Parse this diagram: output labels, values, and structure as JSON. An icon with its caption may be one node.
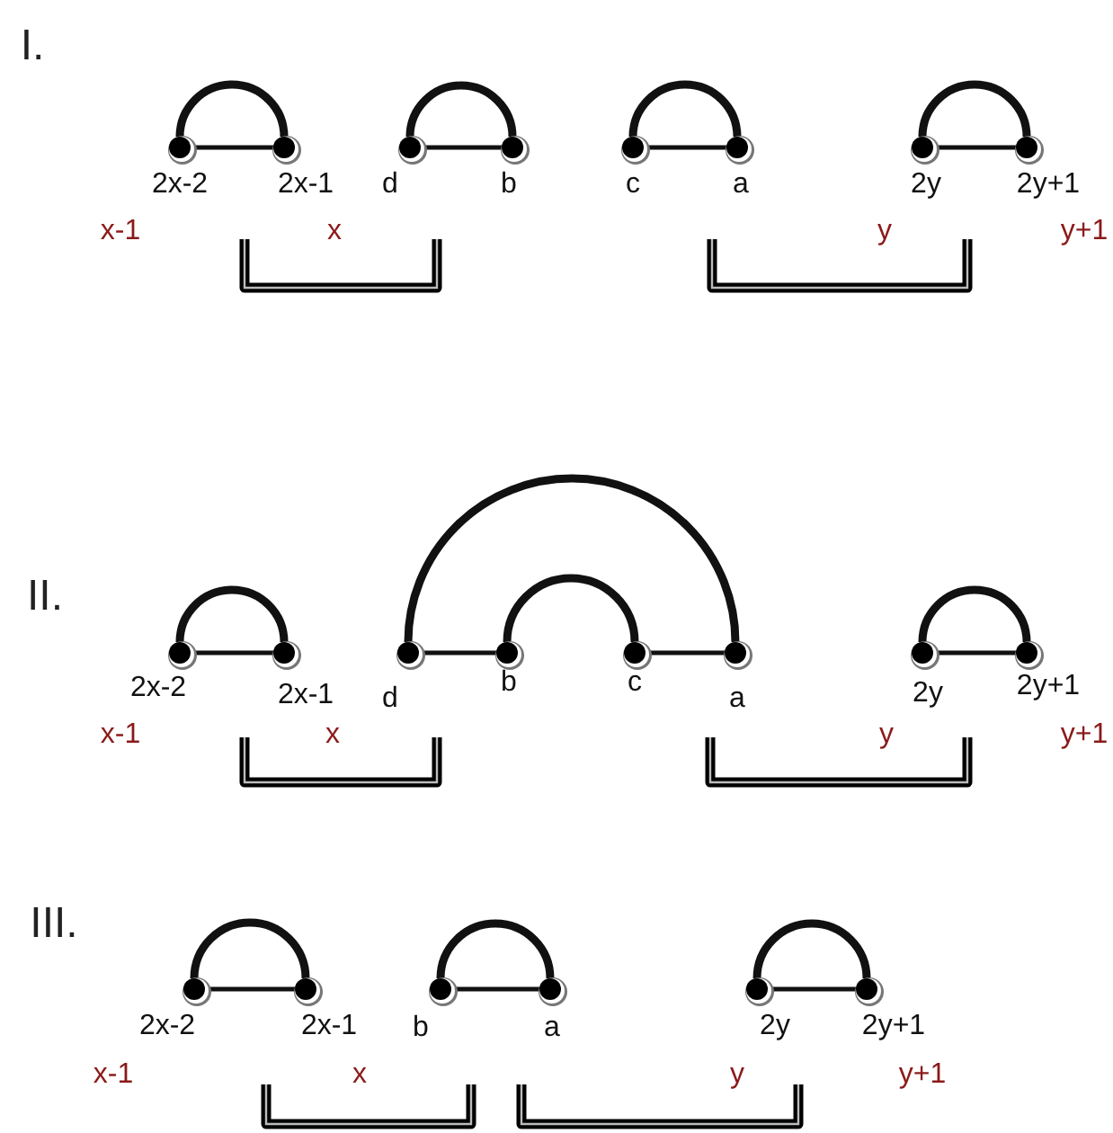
{
  "diagram": {
    "nodes": [
      {
        "text": [],
        "shape": "circle",
        "beside": [
          "2x-2"
        ]
      },
      {
        "text": [],
        "shape": "circle",
        "beside": [
          "2x-1"
        ]
      },
      {
        "text": [],
        "shape": "circle",
        "beside": [
          "d"
        ]
      },
      {
        "text": [],
        "shape": "circle",
        "beside": [
          "b"
        ]
      },
      {
        "text": [],
        "shape": "circle",
        "beside": [
          "c"
        ]
      },
      {
        "text": [],
        "shape": "circle",
        "beside": [
          "a"
        ]
      },
      {
        "text": [],
        "shape": "circle",
        "beside": [
          "2y"
        ]
      },
      {
        "text": [],
        "shape": "circle",
        "beside": [
          "2y+1"
        ]
      },
      {
        "text": [],
        "shape": "circle",
        "beside": [
          "2x-2"
        ]
      },
      {
        "text": [],
        "shape": "circle",
        "beside": [
          "2x-1"
        ]
      },
      {
        "text": [],
        "shape": "circle",
        "beside": [
          "d"
        ]
      },
      {
        "text": [],
        "shape": "circle",
        "beside": [
          "b"
        ]
      },
      {
        "text": [],
        "shape": "circle",
        "beside": [
          "c"
        ]
      },
      {
        "text": [],
        "shape": "circle",
        "beside": [
          "a"
        ]
      },
      {
        "text": [],
        "shape": "circle",
        "beside": [
          "2y"
        ]
      },
      {
        "text": [],
        "shape": "circle",
        "beside": [
          "2y+1"
        ]
      },
      {
        "text": [],
        "shape": "circle",
        "beside": [
          "2x-2"
        ]
      },
      {
        "text": [],
        "shape": "circle",
        "beside": [
          "2x-1"
        ]
      },
      {
        "text": [],
        "shape": "circle",
        "beside": [
          "b"
        ]
      },
      {
        "text": [],
        "shape": "circle",
        "beside": [
          "a"
        ]
      },
      {
        "text": [],
        "shape": "circle",
        "beside": [
          "2y"
        ]
      },
      {
        "text": [],
        "shape": "circle",
        "beside": [
          "2y+1"
        ]
      }
    ],
    "edges": [
      {
        "from": 0,
        "to": 1,
        "arrow": "none",
        "style": "thick"
      },
      {
        "from": 0,
        "to": 1,
        "arrow": "none"
      },
      {
        "from": 2,
        "to": 3,
        "arrow": "none",
        "style": "thick"
      },
      {
        "from": 2,
        "to": 3,
        "arrow": "none"
      },
      {
        "from": 4,
        "to": 5,
        "arrow": "none",
        "style": "thick"
      },
      {
        "from": 4,
        "to": 5,
        "arrow": "none"
      },
      {
        "from": 6,
        "to": 7,
        "arrow": "none",
        "style": "thick"
      },
      {
        "from": 6,
        "to": 7,
        "arrow": "none"
      },
      {
        "from": 8,
        "to": 9,
        "arrow": "none",
        "style": "thick"
      },
      {
        "from": 8,
        "to": 9,
        "arrow": "none"
      },
      {
        "from": 10,
        "to": 13,
        "arrow": "none",
        "style": "thick"
      },
      {
        "from": 10,
        "to": 11,
        "arrow": "none"
      },
      {
        "from": 11,
        "to": 12,
        "arrow": "none",
        "style": "thick"
      },
      {
        "from": 12,
        "to": 13,
        "arrow": "none"
      },
      {
        "from": 14,
        "to": 15,
        "arrow": "none",
        "style": "thick"
      },
      {
        "from": 14,
        "to": 15,
        "arrow": "none"
      },
      {
        "from": 16,
        "to": 17,
        "arrow": "none",
        "style": "thick"
      },
      {
        "from": 16,
        "to": 17,
        "arrow": "none"
      },
      {
        "from": 18,
        "to": 19,
        "arrow": "none",
        "style": "thick"
      },
      {
        "from": 18,
        "to": 19,
        "arrow": "none"
      },
      {
        "from": 20,
        "to": 21,
        "arrow": "none",
        "style": "thick"
      },
      {
        "from": 20,
        "to": 21,
        "arrow": "none"
      }
    ],
    "labels": [
      "I.",
      "x-1",
      "x",
      "y",
      "y+1",
      "II.",
      "x-1",
      "x",
      "y",
      "y+1",
      "III.",
      "x-1",
      "x",
      "y",
      "y+1"
    ]
  }
}
